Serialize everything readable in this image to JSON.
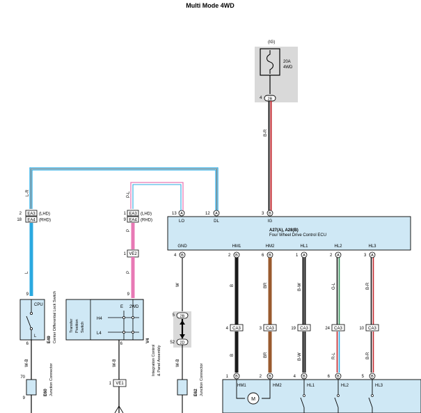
{
  "title": "Multi Mode 4WD",
  "fuse": {
    "supply": "(IG)",
    "rating": "20A",
    "name": "4WD",
    "pin": "4",
    "connector": "2B",
    "wire": "B-R"
  },
  "ecu": {
    "name1": "A27(A), A28(B)",
    "name2": "Four Wheel Drive Control ECU",
    "top_pins": [
      {
        "num": "13",
        "conn": "A",
        "label": "LO"
      },
      {
        "num": "12",
        "conn": "A",
        "label": "DL"
      },
      {
        "num": "3",
        "conn": "B",
        "label": "IG"
      }
    ],
    "bottom_pins": [
      {
        "num": "4",
        "conn": "B",
        "label": "GND"
      },
      {
        "num": "2",
        "conn": "B",
        "label": "HM1"
      },
      {
        "num": "6",
        "conn": "B",
        "label": "HM2"
      },
      {
        "num": "1",
        "conn": "A",
        "label": "HL1"
      },
      {
        "num": "2",
        "conn": "A",
        "label": "HL2"
      },
      {
        "num": "3",
        "conn": "A",
        "label": "HL3"
      }
    ]
  },
  "left_branch": {
    "wire_top": "L-R",
    "conn1": {
      "pin": "2",
      "name": "EA3",
      "side": "(LHD)"
    },
    "conn2": {
      "pin": "18",
      "name": "EA4",
      "side": "(RHD)"
    },
    "wire_mid": "L",
    "switch_pin_top": "9",
    "switch_top": "CPU",
    "switch_bottom": "L",
    "switch_id": "E49",
    "switch_name": "Center Differential Lock Switch",
    "pin_bottom": "6",
    "wire_bottom": "W-B",
    "jc_pin": "70",
    "jc_pin2": "9",
    "jc_id": "E60",
    "jc_name": "Junction Connector"
  },
  "mid_branch": {
    "wire_top": "P-L",
    "conn1": {
      "pin": "1",
      "name": "EA3",
      "side": "(LHD)"
    },
    "conn2": {
      "pin": "9",
      "name": "EA4",
      "side": "(RHD)"
    },
    "wire1": "P",
    "conn3": {
      "pin": "1",
      "name": "VE2"
    },
    "wire2": "P",
    "pin9": "9",
    "assembly_id": "V4",
    "assembly_name": "Integration Control & Panel Assembly",
    "position_switch": "Transfer Position Switch",
    "labels": [
      "E",
      "2WD",
      "H4",
      "L4"
    ],
    "pin6": "6",
    "wire3": "W-B",
    "conn4": {
      "pin": "1",
      "name": "VE1"
    }
  },
  "gnd_branch": {
    "wire1": "W",
    "conn_a": {
      "pin": "5",
      "name": "2B"
    },
    "conn_b": {
      "pin": "52",
      "name": "2D"
    },
    "wire2": "W-B",
    "jc_id": "E62",
    "jc_name": "Junction Connector"
  },
  "motor_wires": [
    {
      "wire": "B",
      "conn_pin": "4",
      "conn": "CA3",
      "pin_bottom": "1",
      "pin_conn": "B",
      "label": "HM1"
    },
    {
      "wire": "BR",
      "conn_pin": "3",
      "conn": "CA3",
      "pin_bottom": "2",
      "pin_conn": "B",
      "label": "HM2"
    },
    {
      "wire": "B-W",
      "conn_pin": "19",
      "conn": "CA3",
      "pin_bottom": "4",
      "pin_conn": "B",
      "label": "HL1"
    },
    {
      "wire": "R-L",
      "conn_pin": "24",
      "conn": "CA3",
      "pin_bottom": "6",
      "pin_conn": "B",
      "label": "HL2"
    },
    {
      "wire": "B-R",
      "conn_pin": "10",
      "conn": "CA3",
      "pin_bottom": "5",
      "pin_conn": "B",
      "label": "HL3"
    }
  ],
  "motor_symbol": "M",
  "colors": {
    "blue": "#2aa9e0",
    "pink": "#e879b5",
    "brown": "#9a5a2e",
    "black": "#1a1a1a",
    "green": "#2f8f57",
    "red": "#c0242b",
    "panel": "#cfe8f5",
    "fuse_bg": "#d9d9d9"
  }
}
